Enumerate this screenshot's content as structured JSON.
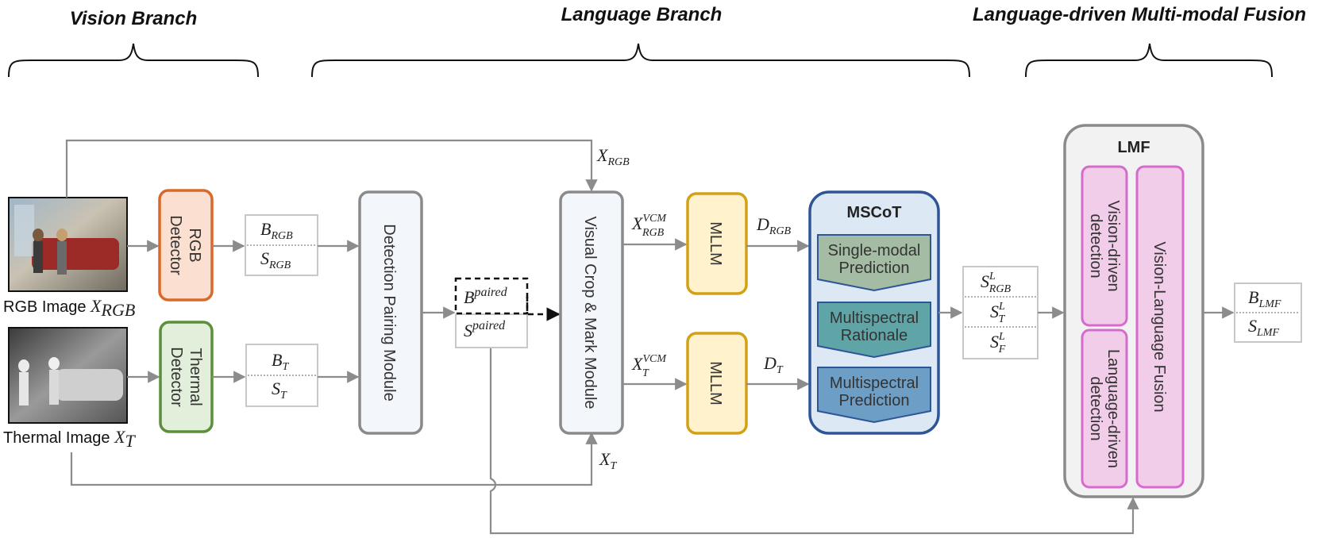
{
  "sections": {
    "vision": "Vision Branch",
    "language": "Language Branch",
    "fusion": "Language-driven Multi-modal Fusion"
  },
  "images": {
    "rgb_caption": "RGB Image",
    "rgb_symbol": "X",
    "rgb_sub": "RGB",
    "thermal_caption": "Thermal Image",
    "thermal_symbol": "X",
    "thermal_sub": "T"
  },
  "detectors": {
    "rgb_line1": "RGB",
    "rgb_line2": "Detector",
    "thermal_line1": "Thermal",
    "thermal_line2": "Detector"
  },
  "outputs": {
    "rgb_box_top": "B",
    "rgb_box_top_sub": "RGB",
    "rgb_box_bottom": "S",
    "rgb_box_bottom_sub": "RGB",
    "t_box_top": "B",
    "t_box_top_sub": "T",
    "t_box_bottom": "S",
    "t_box_bottom_sub": "T"
  },
  "pairing": {
    "label": "Detection Pairing Module",
    "b_paired": "B",
    "b_paired_sup": "paired",
    "s_paired": "S",
    "s_paired_sup": "paired"
  },
  "vcm": {
    "label": "Visual Crop & Mark Module",
    "x_rgb": "X",
    "x_rgb_sub": "RGB",
    "x_t": "X",
    "x_t_sub": "T",
    "vcm_rgb": "X",
    "vcm_rgb_sup": "VCM",
    "vcm_rgb_sub": "RGB",
    "vcm_t": "X",
    "vcm_t_sup": "VCM",
    "vcm_t_sub": "T"
  },
  "mllm": {
    "top": "MLLM",
    "bottom": "MLLM",
    "d_rgb": "D",
    "d_rgb_sub": "RGB",
    "d_t": "D",
    "d_t_sub": "T"
  },
  "mscot": {
    "title": "MSCoT",
    "step1_line1": "Single-modal",
    "step1_line2": "Prediction",
    "step2_line1": "Multispectral",
    "step2_line2": "Rationale",
    "step3_line1": "Multispectral",
    "step3_line2": "Prediction"
  },
  "scores": {
    "s_rgb": "S",
    "s_rgb_sup": "L",
    "s_rgb_sub": "RGB",
    "s_t": "S",
    "s_t_sup": "L",
    "s_t_sub": "T",
    "s_f": "S",
    "s_f_sup": "L",
    "s_f_sub": "F"
  },
  "lmf": {
    "title": "LMF",
    "vision_line1": "Vision-driven",
    "vision_line2": "detection",
    "language_line1": "Language-driven",
    "language_line2": "detection",
    "fusion": "Vision-Language Fusion"
  },
  "final": {
    "b": "B",
    "b_sub": "LMF",
    "s": "S",
    "s_sub": "LMF"
  },
  "colors": {
    "arrow": "#8c8c8c",
    "rgb_detector_fill": "#fbe0d2",
    "rgb_detector_stroke": "#d9692a",
    "thermal_detector_fill": "#e2efda",
    "thermal_detector_stroke": "#5b8f3a",
    "module_fill": "#f3f6fb",
    "module_stroke": "#8a8a8a",
    "mllm_fill": "#fff2cc",
    "mllm_stroke": "#d4a017",
    "mscot_fill": "#dde8f5",
    "mscot_stroke": "#2f5597",
    "step1_fill": "#a4bba4",
    "step2_fill": "#5fa5a7",
    "step3_fill": "#6d9ec6",
    "lmf_fill": "#f2f2f2",
    "lmf_stroke": "#8a8a8a",
    "pink_fill": "#f2cdea",
    "pink_stroke": "#d56bcc"
  }
}
